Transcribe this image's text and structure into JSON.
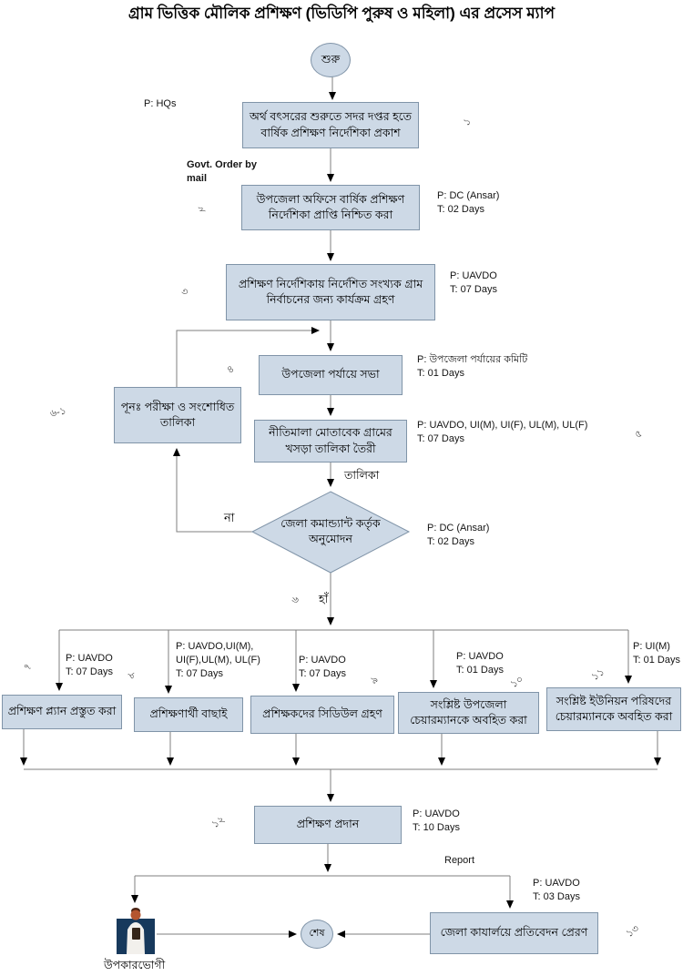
{
  "title": "গ্রাম ভিত্তিক মৌলিক প্রশিক্ষণ (ভিডিপি পুরুষ ও মহিলা) এর প্রসেস ম্যাপ",
  "nodes": {
    "start": "শুরু",
    "s1": "অর্থ বৎসরের শুরুতে সদর দপ্তর হতে বার্ষিক প্রশিক্ষণ নির্দেশিকা প্রকাশ",
    "s2": "উপজেলা অফিসে বার্ষিক প্রশিক্ষণ নির্দেশিকা প্রাপ্তি নিশ্চিত করা",
    "s3": "প্রশিক্ষণ নির্দেশিকায় নির্দেশিত সংখ্যক গ্রাম নির্বাচনের জন্য কার্যক্রম গ্রহণ",
    "s4": "উপজেলা পর্যায়ে সভা",
    "redo": "পূনঃ পরীক্ষা ও সংশোধিত তালিকা",
    "s5": "নীতিমালা মোতাবেক গ্রামের খসড়া তালিকা তৈরী",
    "decision": "জেলা কমান্ড্যান্ট কর্তৃক অনুমোদন",
    "s7": "প্রশিক্ষণ প্ল্যান প্রস্তুত করা",
    "s8": "প্রশিক্ষণার্থী বাছাই",
    "s9": "প্রশিক্ষকদের সিডিউল গ্রহণ",
    "s10": "সংশ্লিষ্ট উপজেলা চেয়ারম্যানকে অবহিত করা",
    "s11": "সংশ্লিষ্ট ইউনিয়ন পরিষদের চেয়ারম্যানকে অবহিত করা",
    "s12": "প্রশিক্ষণ প্রদান",
    "s13": "জেলা কাযার্লয়ে প্রতিবেদন প্রেরণ",
    "end": "শেষ",
    "beneficiary": "উপকারভোগী"
  },
  "annotations": {
    "hqs": "P: HQs",
    "govt_order": "Govt. Order by\nmail",
    "pt2": "P: DC (Ansar)\nT: 02 Days",
    "pt3": "P: UAVDO\nT: 07 Days",
    "pt4": "P: উপজেলা পর্যায়ের কমিটি\nT: 01 Days",
    "pt5": "P: UAVDO, UI(M), UI(F), UL(M), UL(F)\nT: 07 Days",
    "pt6": "P: DC (Ansar)\nT: 02 Days",
    "pt7": "P: UAVDO\nT: 07 Days",
    "pt8": "P:   UAVDO,UI(M),\nUI(F),UL(M), UL(F)\nT: 07 Days",
    "pt9": "P: UAVDO\nT: 07 Days",
    "pt10": "P: UAVDO\nT: 01 Days",
    "pt11": "P: UI(M)\nT: 01 Days",
    "pt12": "P: UAVDO\nT: 10 Days",
    "pt13": "P: UAVDO\nT: 03 Days",
    "report": "Report"
  },
  "edge_labels": {
    "talika": "তালিকা",
    "no": "না",
    "yes": "হাঁ"
  },
  "numbers": {
    "n1": "১",
    "n2": "২",
    "n3": "৩",
    "n4": "৪",
    "n5": "৫",
    "n6": "৬",
    "n6_1": "৬-১",
    "n7": "৭",
    "n8": "৮",
    "n9": "৯",
    "n10": "১০",
    "n11": "১১",
    "n12": "১২",
    "n13": "১৩"
  },
  "colors": {
    "node_fill": "#cdd9e6",
    "node_border": "#8094a8",
    "connector": "#7f7f7f",
    "arrowhead": "#000000",
    "person_background": "#17395c"
  }
}
